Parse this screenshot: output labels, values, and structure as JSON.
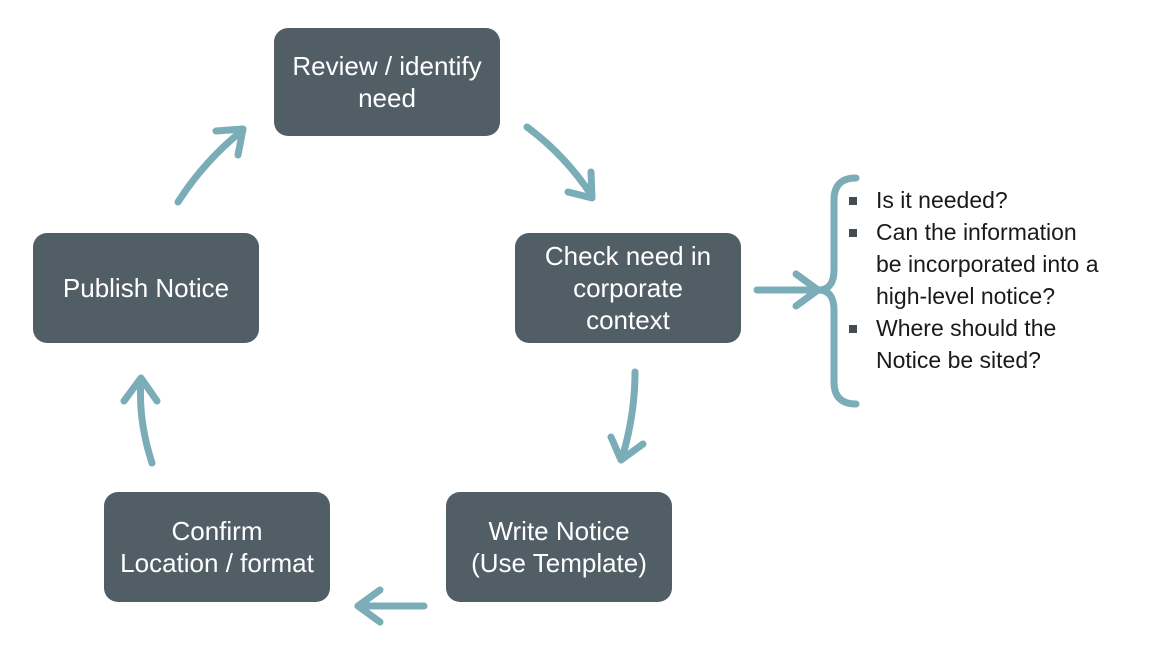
{
  "nodes": {
    "review": "Review / identify\nneed",
    "check": "Check need in\ncorporate\ncontext",
    "write": "Write Notice\n(Use Template)",
    "confirm": "Confirm\nLocation / format",
    "publish": "Publish Notice"
  },
  "questions": [
    "Is it needed?",
    "Can the information\nbe incorporated into a\nhigh-level notice?",
    "Where should the\nNotice be sited?"
  ],
  "colors": {
    "box": "#515e66",
    "box_text": "#ffffff",
    "arrow": "#7aadb8",
    "bullet": "#444c52"
  },
  "icons": {
    "bullet": "square-bullet-icon",
    "brace": "curly-brace-icon",
    "arrow": "curved-arrow-icon"
  }
}
